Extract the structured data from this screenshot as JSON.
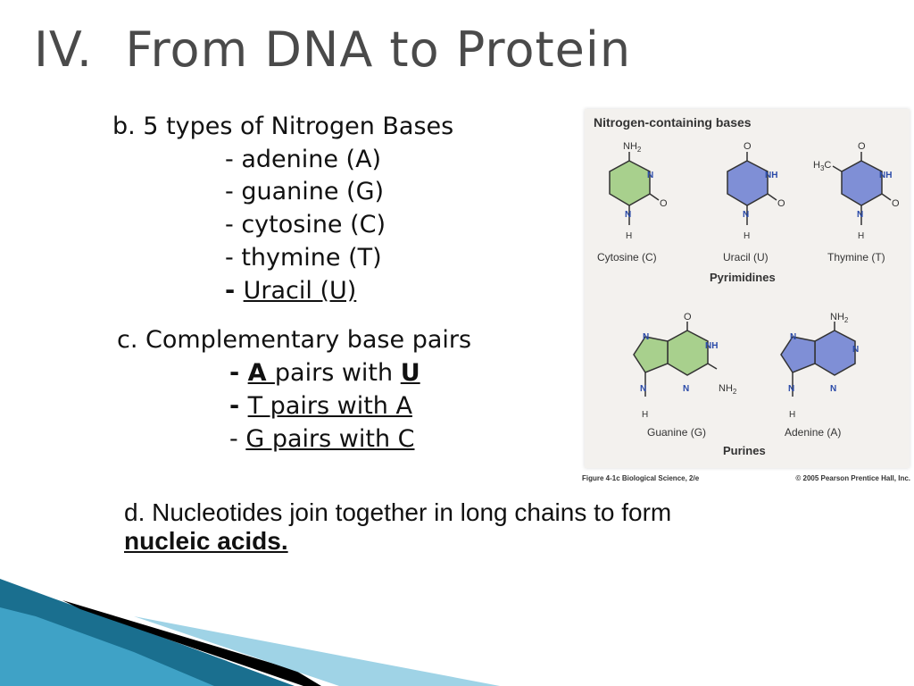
{
  "slide": {
    "title": "IV.  From DNA to Protein"
  },
  "section_b": {
    "heading": "b. 5 types of Nitrogen Bases",
    "items": [
      "- adenine (A)",
      "- guanine (G)",
      "- cytosine (C)",
      "- thymine (T)"
    ],
    "uracil_dash": "- ",
    "uracil": "Uracil (U)"
  },
  "section_c": {
    "heading": "c. Complementary base pairs",
    "pair1_dash": "- ",
    "pair1_base": "A ",
    "pair1_mid": "pairs with ",
    "pair1_partner": "U",
    "pair2_dash": "- ",
    "pair2_text": "T pairs with A",
    "pair3_dash": "- ",
    "pair3_text": "G pairs with C"
  },
  "section_d": {
    "text": "d. Nucleotides join together in long chains to form ",
    "emphasis": "nucleic acids."
  },
  "figure": {
    "title": "Nitrogen-containing bases",
    "group_pyrimidines": "Pyrimidines",
    "group_purines": "Purines",
    "bases": {
      "cytosine": "Cytosine (C)",
      "uracil": "Uracil (U)",
      "thymine": "Thymine (T)",
      "guanine": "Guanine (G)",
      "adenine": "Adenine (A)"
    },
    "atoms": {
      "nh2": "NH",
      "nh2_sub": "2",
      "n": "N",
      "nh": "NH",
      "o": "O",
      "h": "H",
      "h3c": "H",
      "h3c_sub": "3",
      "h3c_c": "C"
    },
    "caption_left": "Figure 4-1c  Biological Science, 2/e",
    "caption_right": "© 2005 Pearson Prentice Hall, Inc.",
    "colors": {
      "green": "#a8d08d",
      "blue": "#7f8fd6",
      "nitrogen_text": "#2a4aa8"
    }
  },
  "theme": {
    "swoosh_colors": [
      "#1a6f8f",
      "#3fa2c6",
      "#9fd3e6",
      "#000000"
    ]
  }
}
